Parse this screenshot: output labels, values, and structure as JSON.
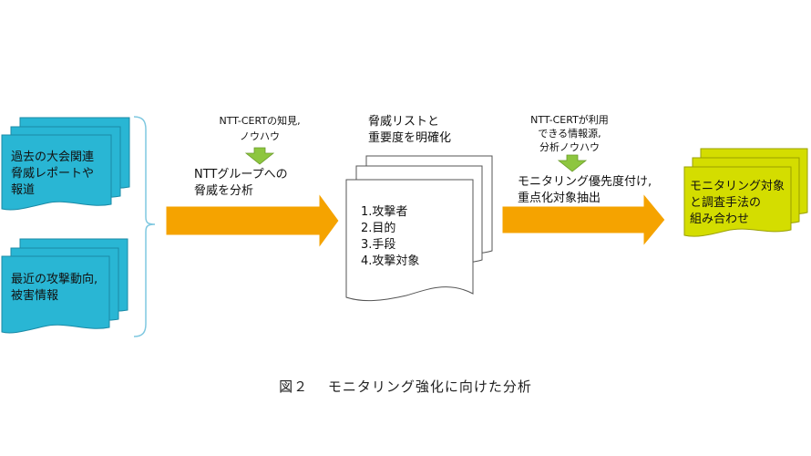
{
  "sources": [
    {
      "label": "過去の大会関連\n脅威レポートや\n報道"
    },
    {
      "label": "最近の攻撃動向,\n被害情報"
    }
  ],
  "step1": {
    "input_label": "NTT-CERTの知見,\nノウハウ",
    "action_label": "NTTグループへの\n脅威を分析"
  },
  "middle_doc": {
    "title": "脅威リストと\n重要度を明確化",
    "items": [
      "1.攻撃者",
      "2.目的",
      "3.手段",
      "4.攻撃対象"
    ]
  },
  "step2": {
    "input_label": "NTT-CERTが利用\nできる情報源,\n分析ノウハウ",
    "action_label": "モニタリング優先度付け,\n重点化対象抽出"
  },
  "result": {
    "label": "モニタリング対象\nと調査手法の\n組み合わせ"
  },
  "caption": "図２　 モニタリング強化に向けた分析",
  "colors": {
    "source_doc": "#29b6d4",
    "result_doc": "#d4dd00",
    "big_arrow": "#f5a300",
    "small_arrow": "#8dc63f"
  }
}
